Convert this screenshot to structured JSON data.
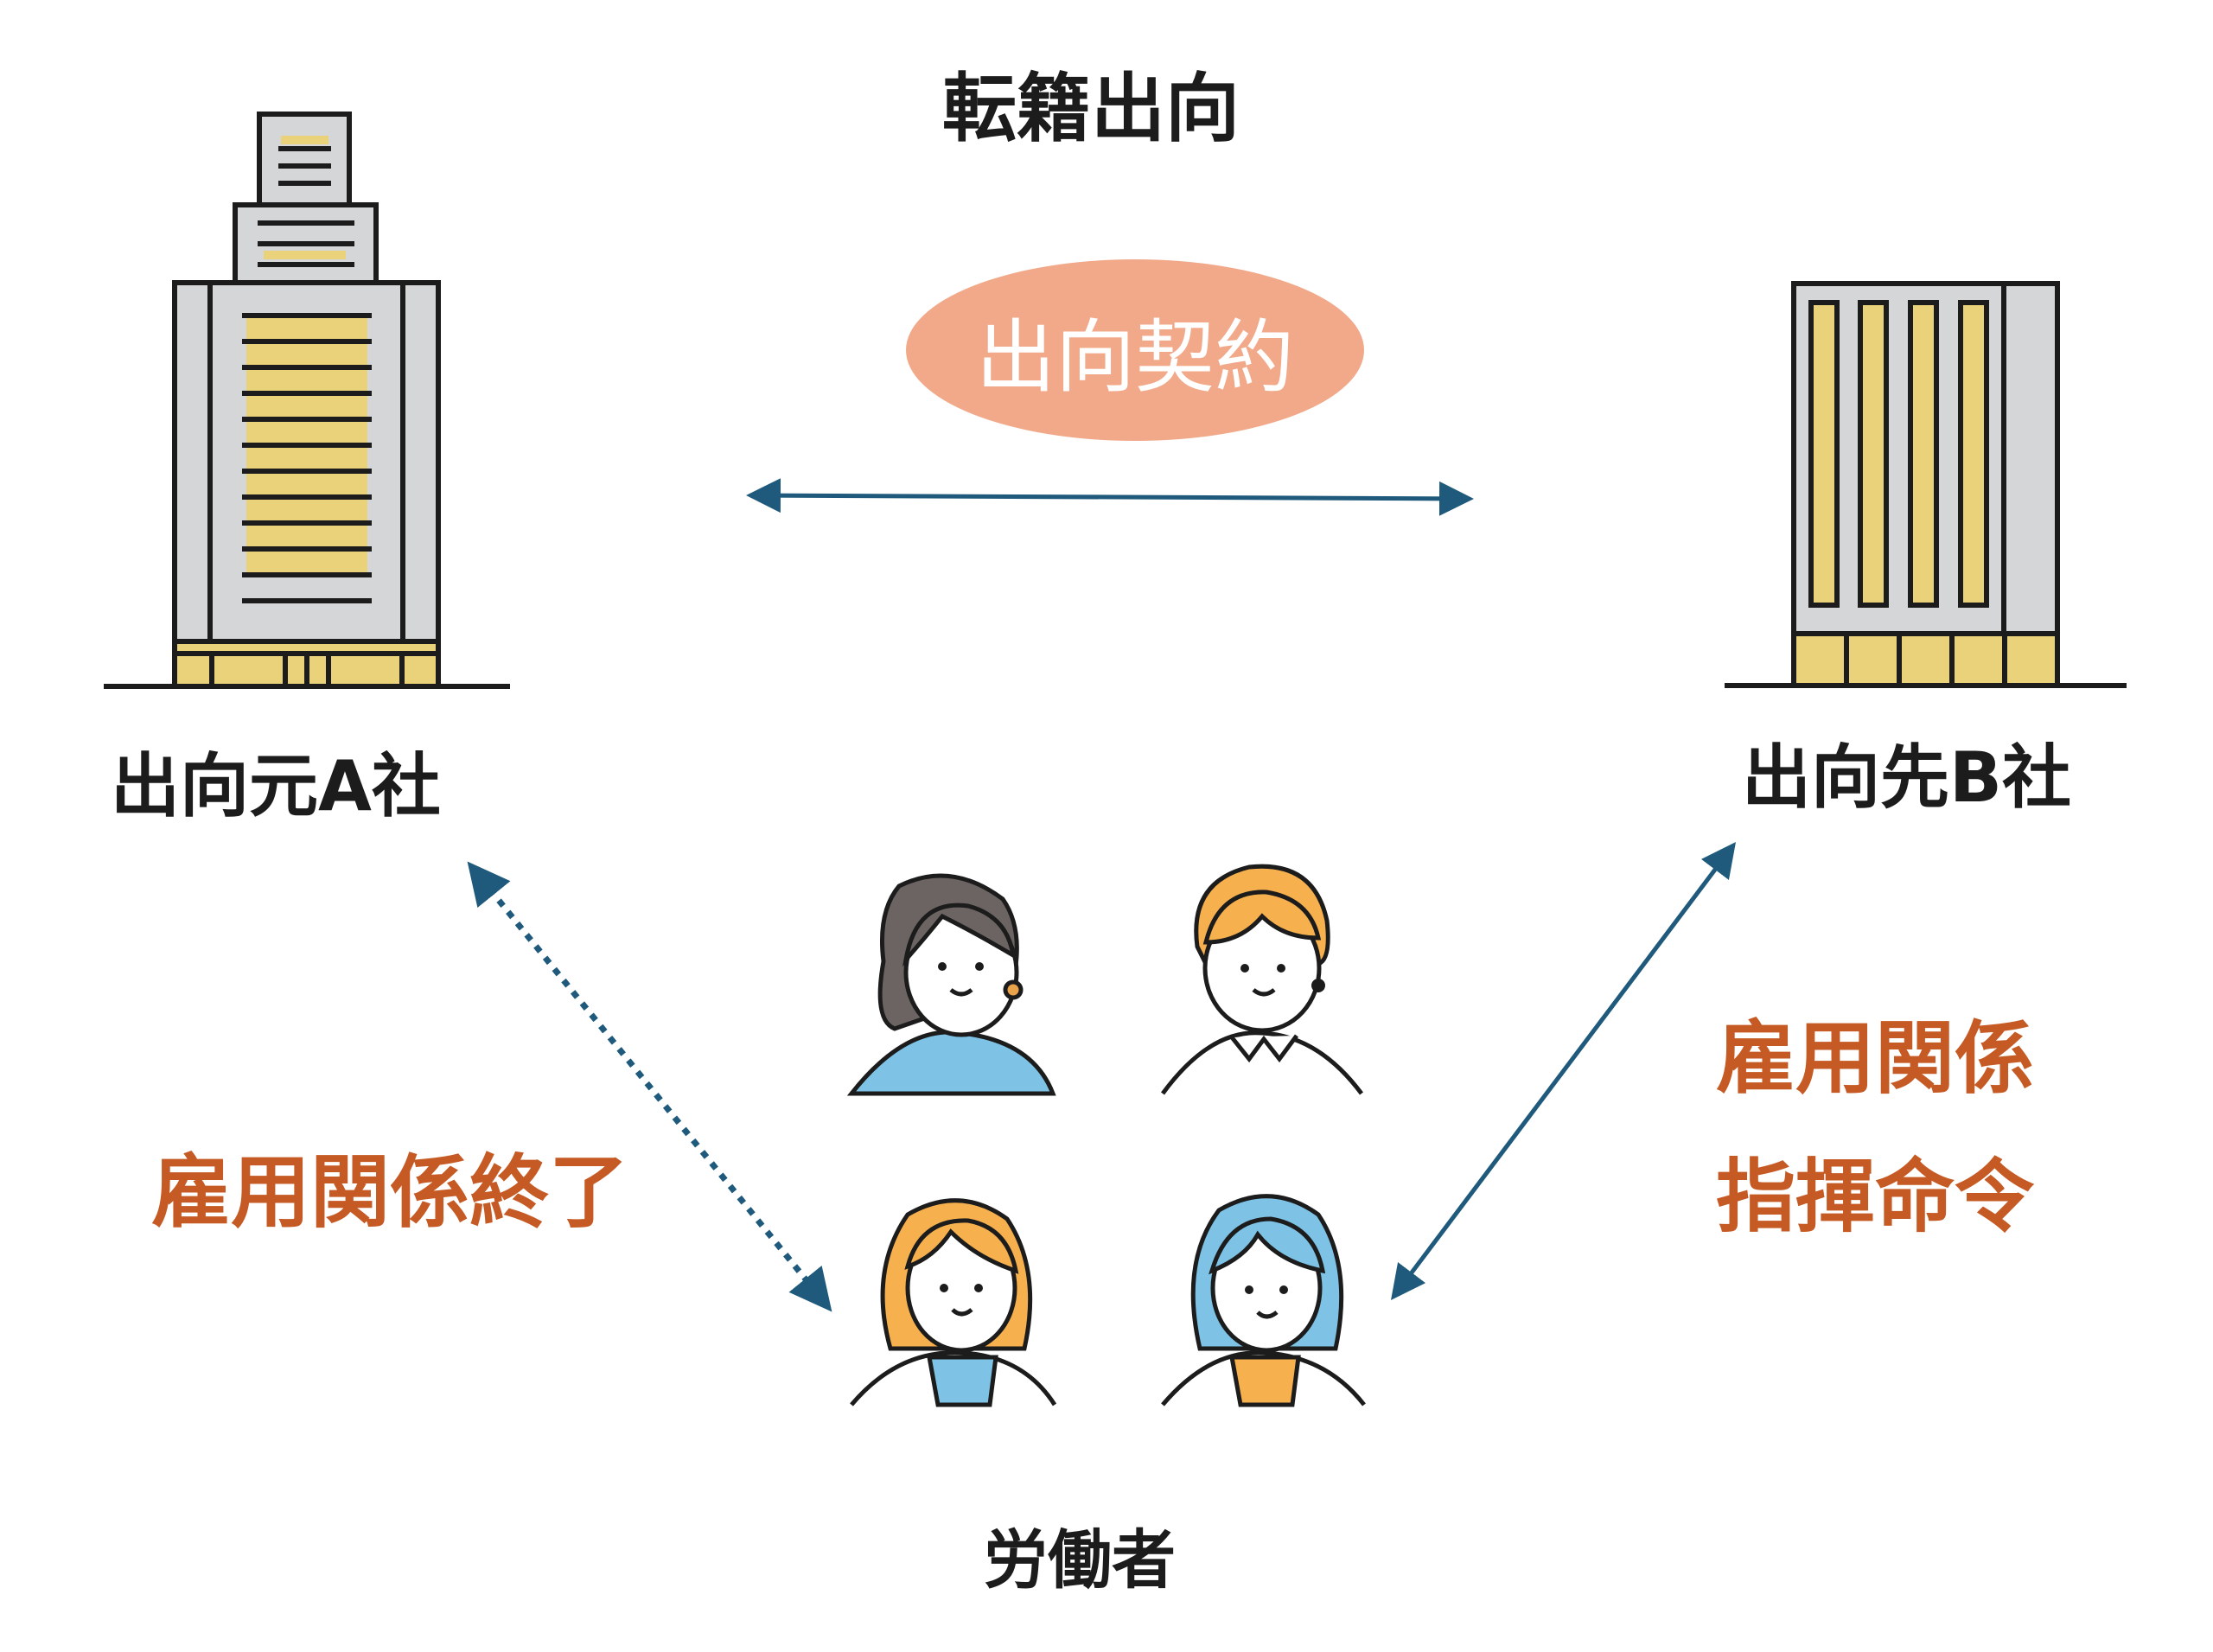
{
  "title": "転籍出向",
  "contract_label": "出向契約",
  "company_a": "出向元A社",
  "company_b": "出向先B社",
  "workers_label": "労働者",
  "left_relation": "雇用関係終了",
  "right_relations": [
    "雇用関係",
    "指揮命令"
  ],
  "icons": [
    "building-a-icon",
    "building-b-icon",
    "worker-icon"
  ],
  "colors": {
    "arrow": "#1f5a7c",
    "accent_text": "#c65a24",
    "contract_bubble": "#f1a98a",
    "building_gray": "#d4d6d8",
    "building_yellow": "#e9d27a",
    "outline": "#1c1c1c"
  }
}
